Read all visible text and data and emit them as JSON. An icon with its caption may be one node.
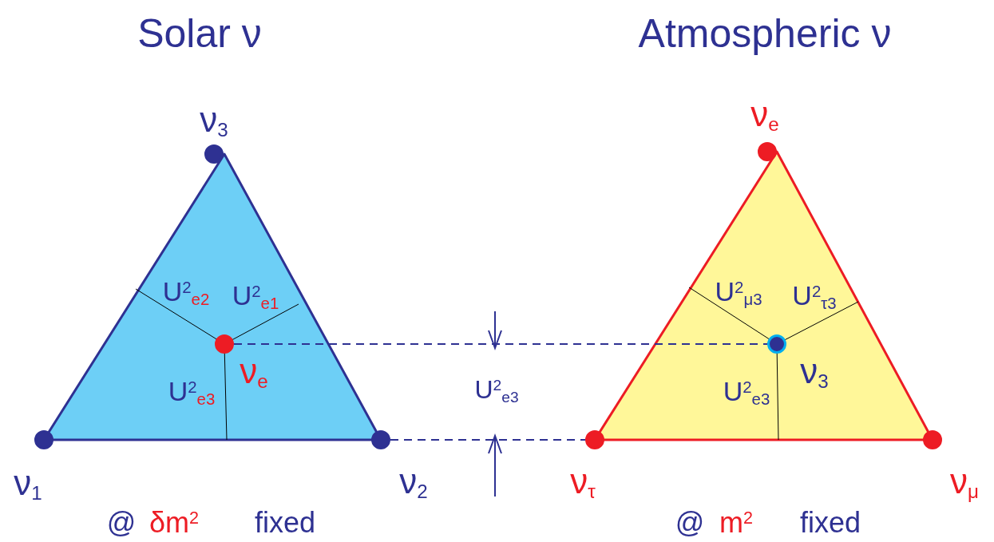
{
  "diagram": {
    "nodes": [
      {
        "text": [
          "U$^{2}$$_{e2}$",
          "U$^{2}$$_{e1}$",
          "U$^{2}$$_{e3}$"
        ]
      },
      {
        "text": [],
        "shape": "circle",
        "beside": [
          "ν$_{3}$"
        ]
      },
      {
        "text": [],
        "shape": "circle",
        "beside": [
          "ν$_{1}$"
        ]
      },
      {
        "text": [],
        "shape": "circle",
        "beside": [
          "ν$_{2}$"
        ]
      },
      {
        "text": [],
        "shape": "circle",
        "beside": [
          "ν$_{e}$"
        ],
        "in": 0
      },
      {
        "text": [
          "U$^{2}$$_{μ3}$",
          "U$^{2}$$_{τ3}$",
          "U$^{2}$$_{e3}$"
        ]
      },
      {
        "text": [],
        "shape": "circle",
        "beside": [
          "ν$_{e}$"
        ]
      },
      {
        "text": [],
        "shape": "circle",
        "beside": [
          "ν$_{τ}$"
        ]
      },
      {
        "text": [],
        "shape": "circle",
        "beside": [
          "ν$_{μ}$"
        ]
      },
      {
        "text": [],
        "shape": "circle",
        "beside": [
          "ν$_{3}$"
        ],
        "in": 5
      }
    ],
    "edges": [
      {
        "from": 4,
        "to": 9,
        "arrow": "none",
        "style": "dashed"
      },
      {
        "from": 3,
        "to": 7,
        "arrow": "none",
        "style": "dashed"
      }
    ],
    "labels": [
      "Solar ν",
      "Atmospheric ν",
      "U$^{2}$$_{e3}$",
      "@",
      "δm$^{2}$",
      "fixed",
      "@",
      "m$^{2}$",
      "fixed"
    ]
  }
}
